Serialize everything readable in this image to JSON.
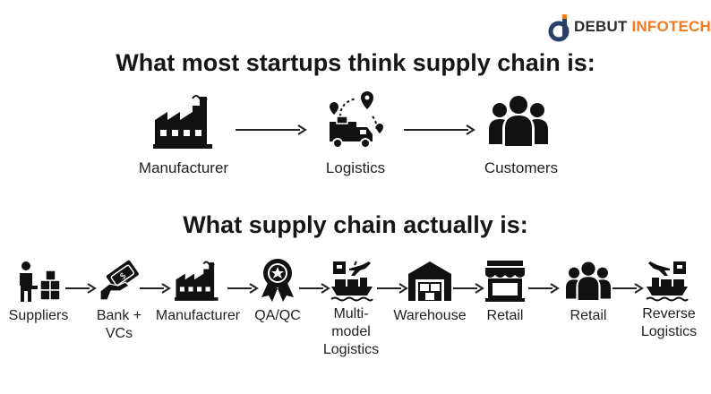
{
  "brand": {
    "name_part1": "DEBUT",
    "name_part2": "INFOTECH",
    "color_dark": "#2d2d2d",
    "color_accent": "#f47a20"
  },
  "section1": {
    "heading": "What most startups think supply chain is:",
    "steps": [
      {
        "label": "Manufacturer",
        "icon": "factory-icon"
      },
      {
        "label": "Logistics",
        "icon": "delivery-truck-route-icon"
      },
      {
        "label": "Customers",
        "icon": "people-group-icon"
      }
    ]
  },
  "section2": {
    "heading": "What supply chain actually is:",
    "steps": [
      {
        "label": "Suppliers",
        "icon": "supplier-boxes-icon"
      },
      {
        "label": "Bank + VCs",
        "icon": "hand-money-icon"
      },
      {
        "label": "Manufacturer",
        "icon": "factory-icon"
      },
      {
        "label": "QA/QC",
        "icon": "quality-badge-icon"
      },
      {
        "label": "Multi-model Logistics",
        "icon": "multimodal-logistics-icon"
      },
      {
        "label": "Warehouse",
        "icon": "warehouse-icon"
      },
      {
        "label": "Retail",
        "icon": "storefront-icon"
      },
      {
        "label": "Retail",
        "icon": "people-group-icon"
      },
      {
        "label": "Reverse Logistics",
        "icon": "reverse-logistics-icon"
      }
    ]
  }
}
